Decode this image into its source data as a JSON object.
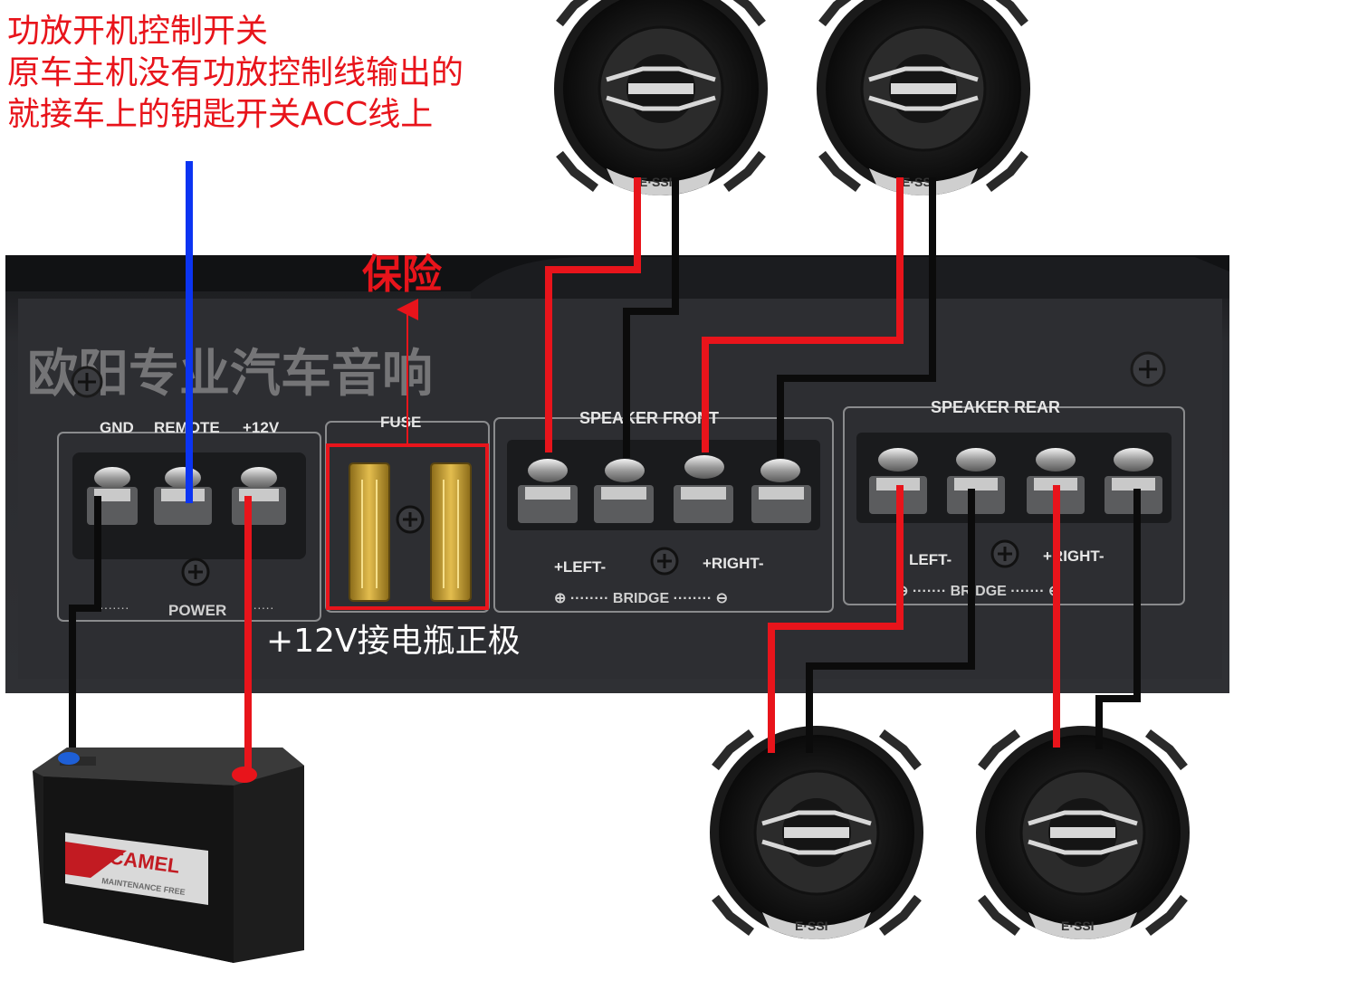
{
  "annotations": {
    "acc_note": [
      "功放开机控制开关",
      "原车主机没有功放控制线输出的",
      "就接车上的钥匙开关ACC线上"
    ],
    "fuse_label": "保险",
    "power_note": "+12V接电瓶正极",
    "watermark": "欧阳专业汽车音响"
  },
  "amplifier": {
    "power_header": [
      "GND",
      "REMOTE",
      "+12V"
    ],
    "power_footer": "POWER",
    "fuse_header": "FUSE",
    "front_header": "SPEAKER  FRONT",
    "rear_header": "SPEAKER  REAR",
    "front_left": "+LEFT-",
    "front_right": "+RIGHT-",
    "front_bridge": "⊕ ········ BRIDGE ········ ⊖",
    "rear_left": "LEFT-",
    "rear_right": "+RIGHT-",
    "rear_bridge": "⊖ ······· BRIDGE ······· ⊖"
  },
  "battery": {
    "brand": "CAMEL",
    "tagline": "MAINTENANCE FREE"
  },
  "speakers": {
    "badge": "E·SSI"
  },
  "colors": {
    "positive_wire": "#e8141b",
    "ground_wire": "#0b0b0b",
    "remote_wire": "#0b34f2",
    "annotation_red": "#e8141b",
    "amp_body": "#2c2d31",
    "label_white": "#e6e6e6"
  }
}
